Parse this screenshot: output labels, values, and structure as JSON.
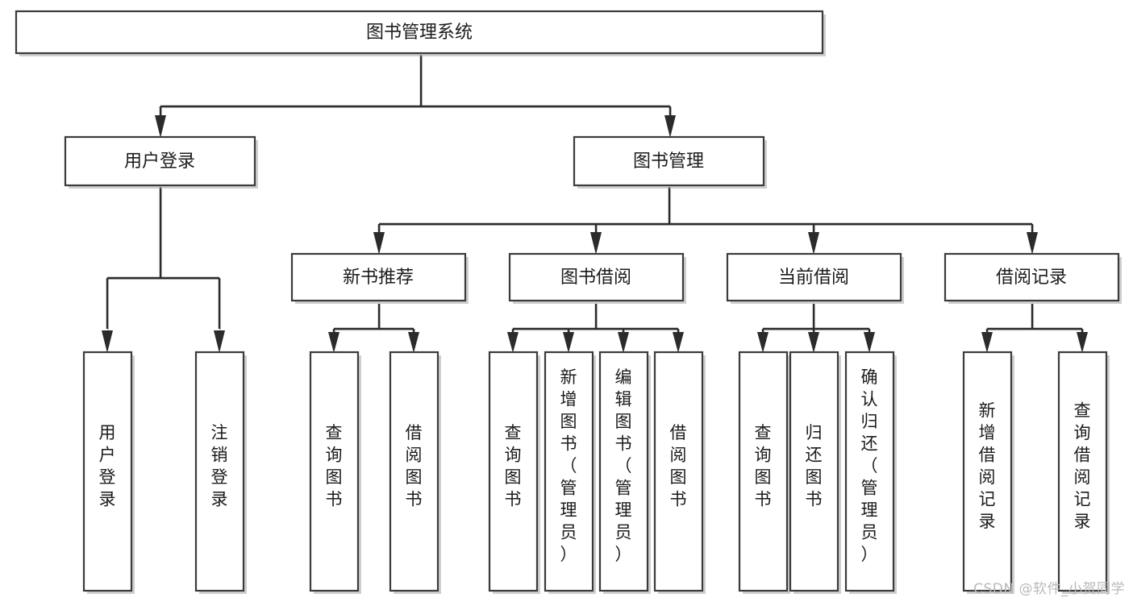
{
  "diagram": {
    "title": "图书管理系统",
    "type": "hierarchy-tree",
    "root": {
      "id": "root",
      "label": "图书管理系统",
      "orientation": "horizontal"
    },
    "level2": [
      {
        "id": "user-login",
        "label": "用户登录",
        "orientation": "horizontal"
      },
      {
        "id": "book-manage",
        "label": "图书管理",
        "orientation": "horizontal"
      }
    ],
    "level3": [
      {
        "id": "new-book-recommend",
        "label": "新书推荐",
        "orientation": "horizontal"
      },
      {
        "id": "book-borrow",
        "label": "图书借阅",
        "orientation": "horizontal"
      },
      {
        "id": "current-borrow",
        "label": "当前借阅",
        "orientation": "horizontal"
      },
      {
        "id": "borrow-record",
        "label": "借阅记录",
        "orientation": "horizontal"
      }
    ],
    "leaves": [
      {
        "id": "leaf-user-login",
        "label": "用户登录",
        "parent": "user-login",
        "orientation": "vertical"
      },
      {
        "id": "leaf-user-logout",
        "label": "注销登录",
        "parent": "user-login",
        "orientation": "vertical"
      },
      {
        "id": "leaf-query-book-1",
        "label": "查询图书",
        "parent": "new-book-recommend",
        "orientation": "vertical"
      },
      {
        "id": "leaf-borrow-book-1",
        "label": "借阅图书",
        "parent": "new-book-recommend",
        "orientation": "vertical"
      },
      {
        "id": "leaf-query-book-2",
        "label": "查询图书",
        "parent": "book-borrow",
        "orientation": "vertical"
      },
      {
        "id": "leaf-add-book",
        "label": "新增图书（管理员）",
        "parent": "book-borrow",
        "orientation": "vertical"
      },
      {
        "id": "leaf-edit-book",
        "label": "编辑图书（管理员）",
        "parent": "book-borrow",
        "orientation": "vertical"
      },
      {
        "id": "leaf-borrow-book-2",
        "label": "借阅图书",
        "parent": "book-borrow",
        "orientation": "vertical"
      },
      {
        "id": "leaf-query-book-3",
        "label": "查询图书",
        "parent": "current-borrow",
        "orientation": "vertical"
      },
      {
        "id": "leaf-return-book",
        "label": "归还图书",
        "parent": "current-borrow",
        "orientation": "vertical"
      },
      {
        "id": "leaf-confirm-return",
        "label": "确认归还（管理员）",
        "parent": "current-borrow",
        "orientation": "vertical"
      },
      {
        "id": "leaf-add-record",
        "label": "新增借阅记录",
        "parent": "borrow-record",
        "orientation": "vertical"
      },
      {
        "id": "leaf-query-record",
        "label": "查询借阅记录",
        "parent": "borrow-record",
        "orientation": "vertical"
      }
    ]
  },
  "watermark": {
    "text": "CSDN @软件_小贺同学"
  },
  "colors": {
    "box_stroke": "#3b3b3b",
    "box_fill": "#ffffff",
    "connector": "#2b2b2b",
    "text": "#1b1b1b",
    "watermark": "#b9b9b9",
    "background": "#ffffff"
  }
}
